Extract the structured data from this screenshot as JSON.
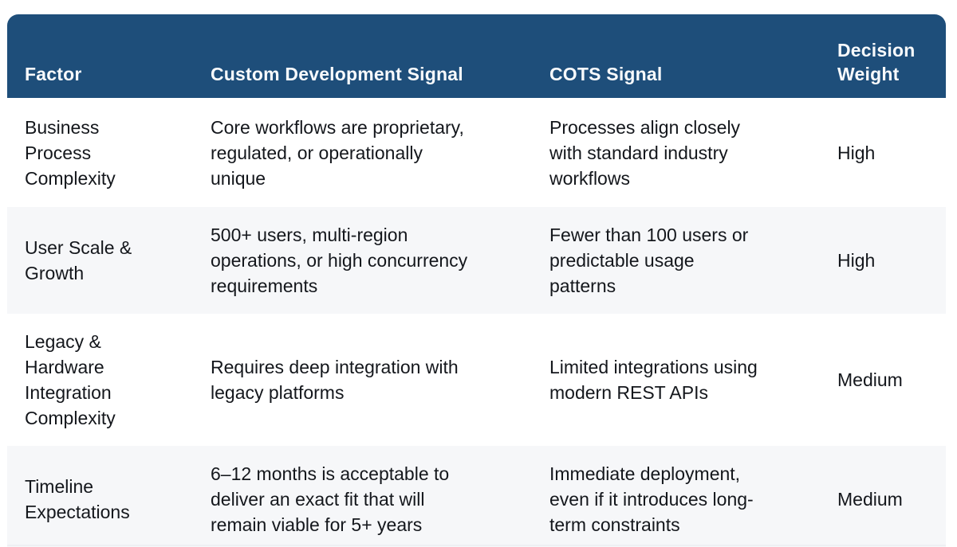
{
  "table": {
    "title_semantic": "custom-development-vs-cots-decision-table",
    "colors": {
      "header_bg": "#1e4e7a",
      "header_text": "#f8fafc",
      "body_text": "#14171c",
      "row_alt_bg": "#f6f7f9",
      "row_bg": "#ffffff"
    },
    "columns": [
      {
        "label": "Factor"
      },
      {
        "label": "Custom Development Signal"
      },
      {
        "label": "COTS Signal"
      },
      {
        "label": "Decision\nWeight"
      }
    ],
    "rows": [
      {
        "factor": "Business\nProcess\nComplexity",
        "custom_signal": "Core workflows are proprietary,\nregulated, or operationally\nunique",
        "cots_signal": "Processes align closely\nwith standard industry\nworkflows",
        "weight": "High"
      },
      {
        "factor": "User Scale &\nGrowth",
        "custom_signal": "500+ users, multi-region\noperations, or high concurrency\nrequirements",
        "cots_signal": "Fewer than 100 users or\npredictable usage\npatterns",
        "weight": "High"
      },
      {
        "factor": "Legacy &\nHardware\nIntegration\nComplexity",
        "custom_signal": "Requires deep integration with\nlegacy platforms",
        "cots_signal": "Limited integrations using\nmodern REST APIs",
        "weight": "Medium"
      },
      {
        "factor": "Timeline\nExpectations",
        "custom_signal": "6–12 months is acceptable to\ndeliver an exact fit that will\nremain viable for 5+ years",
        "cots_signal": "Immediate deployment,\neven if it introduces long-\nterm constraints",
        "weight": "Medium"
      }
    ]
  }
}
